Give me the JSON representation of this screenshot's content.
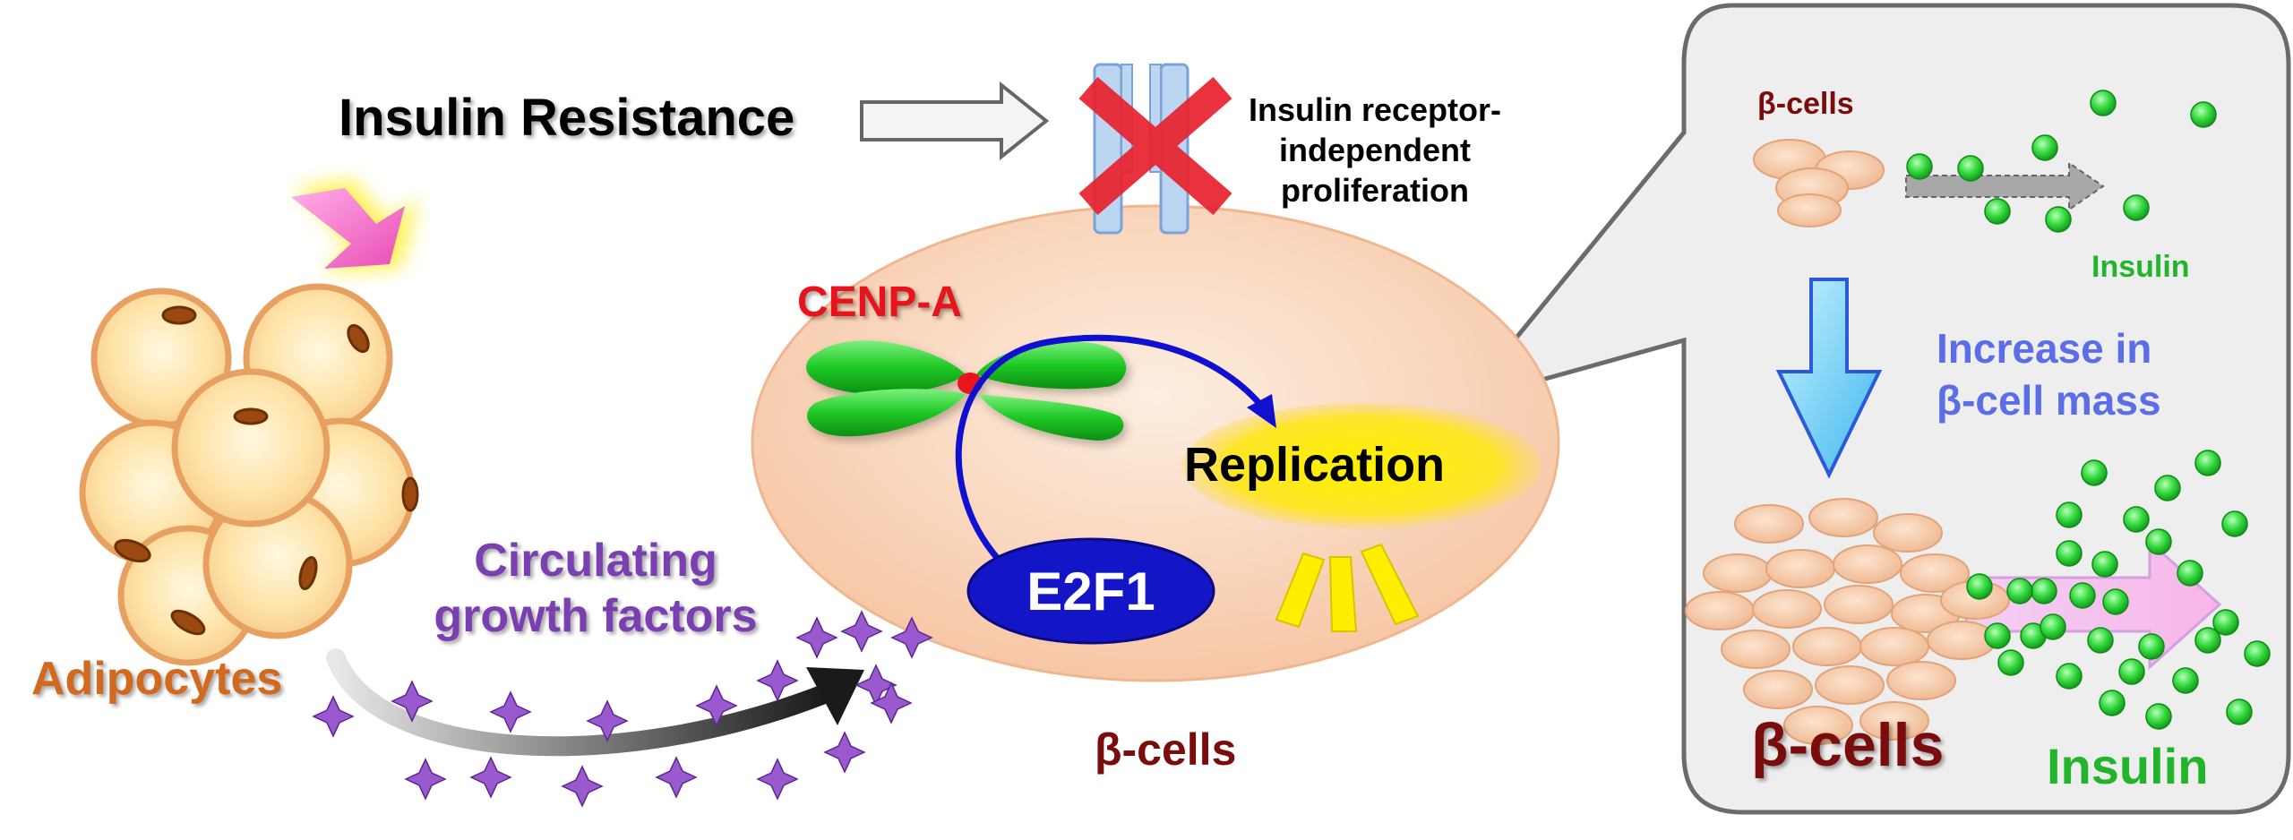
{
  "labels": {
    "insulin_resistance": "Insulin Resistance",
    "receptor_line1": "Insulin receptor-",
    "receptor_line2": "independent",
    "receptor_line3": "proliferation",
    "adipocytes": "Adipocytes",
    "growth_line1": "Circulating",
    "growth_line2": "growth factors",
    "cenpa": "CENP-A",
    "replication": "Replication",
    "e2f1": "E2F1",
    "beta_cells_center": "β-cells",
    "beta_cells_small": "β-cells",
    "insulin_small": "Insulin",
    "mass_line1": "Increase in",
    "mass_line2": "β-cell mass",
    "beta_cells_large": "β-cells",
    "insulin_large": "Insulin"
  },
  "colors": {
    "adipocyte_text": "#d2691e",
    "growth_text": "#7a3fb0",
    "cenpa_text": "#e8141b",
    "beta_text": "#7a0c0c",
    "insulin_text": "#22b42a",
    "mass_text": "#5b6ee8",
    "e2f1_fill": "#1515c8",
    "cell_fill": "#f6c9a6",
    "granule": "#2fd43a",
    "star": "#9b59d0"
  },
  "icons": {
    "receptor": "insulin-receptor-icon",
    "block": "red-x-icon",
    "chromosome": "chromosome-icon"
  }
}
